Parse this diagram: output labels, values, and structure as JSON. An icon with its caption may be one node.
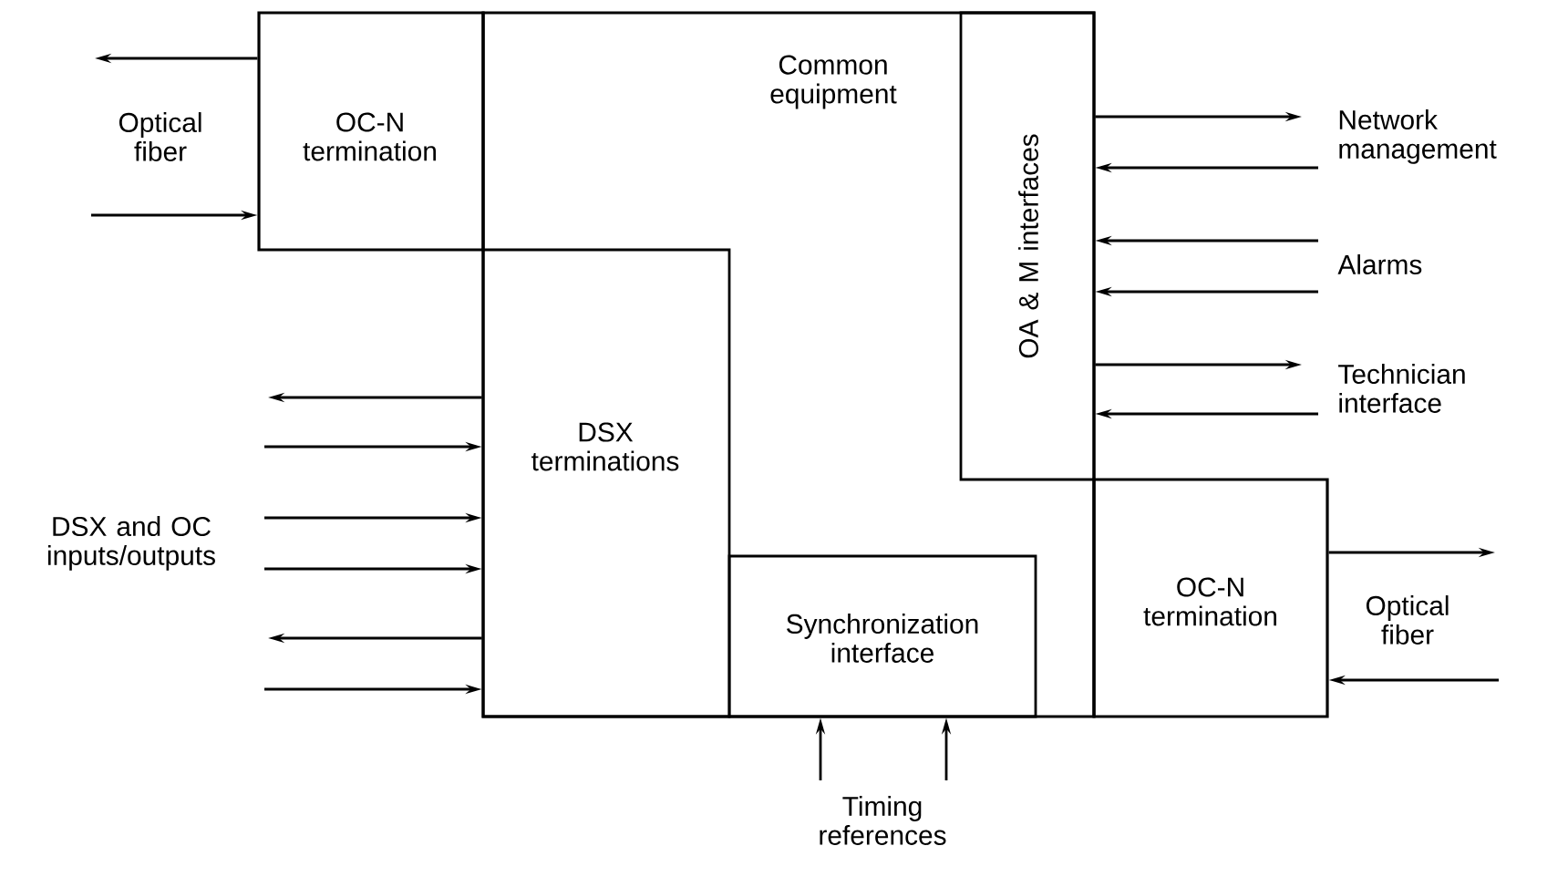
{
  "diagram": {
    "nodes": [
      {
        "text": [
          "OC-N termination"
        ]
      },
      {
        "text": [
          "Common equipment"
        ]
      },
      {
        "text": [
          "OA & M interfaces"
        ],
        "in": 1
      },
      {
        "text": [
          "DSX terminations"
        ],
        "in": 1
      },
      {
        "text": [
          "Synchronization interface"
        ],
        "in": 1
      },
      {
        "text": [
          "OC-N termination"
        ]
      }
    ],
    "edges": [
      {
        "from": 0,
        "to": null,
        "arrow": "to"
      },
      {
        "from": null,
        "to": 0,
        "arrow": "to"
      },
      {
        "from": 3,
        "to": null,
        "arrow": "to"
      },
      {
        "from": null,
        "to": 3,
        "arrow": "to"
      },
      {
        "from": null,
        "to": 3,
        "arrow": "to"
      },
      {
        "from": null,
        "to": 3,
        "arrow": "to"
      },
      {
        "from": 3,
        "to": null,
        "arrow": "to"
      },
      {
        "from": null,
        "to": 3,
        "arrow": "to"
      },
      {
        "from": 2,
        "to": null,
        "arrow": "to"
      },
      {
        "from": null,
        "to": 2,
        "arrow": "to"
      },
      {
        "from": null,
        "to": 2,
        "arrow": "to"
      },
      {
        "from": null,
        "to": 2,
        "arrow": "to"
      },
      {
        "from": 2,
        "to": null,
        "arrow": "to"
      },
      {
        "from": null,
        "to": 2,
        "arrow": "to"
      },
      {
        "from": 5,
        "to": null,
        "arrow": "to"
      },
      {
        "from": null,
        "to": 5,
        "arrow": "to"
      },
      {
        "from": null,
        "to": 4,
        "arrow": "to"
      },
      {
        "from": null,
        "to": 4,
        "arrow": "to"
      }
    ],
    "labels": [
      "Optical fiber",
      "DSX and OC inputs/outputs",
      "Network management",
      "Alarms",
      "Technician interface",
      "Optical fiber",
      "Timing references"
    ]
  }
}
